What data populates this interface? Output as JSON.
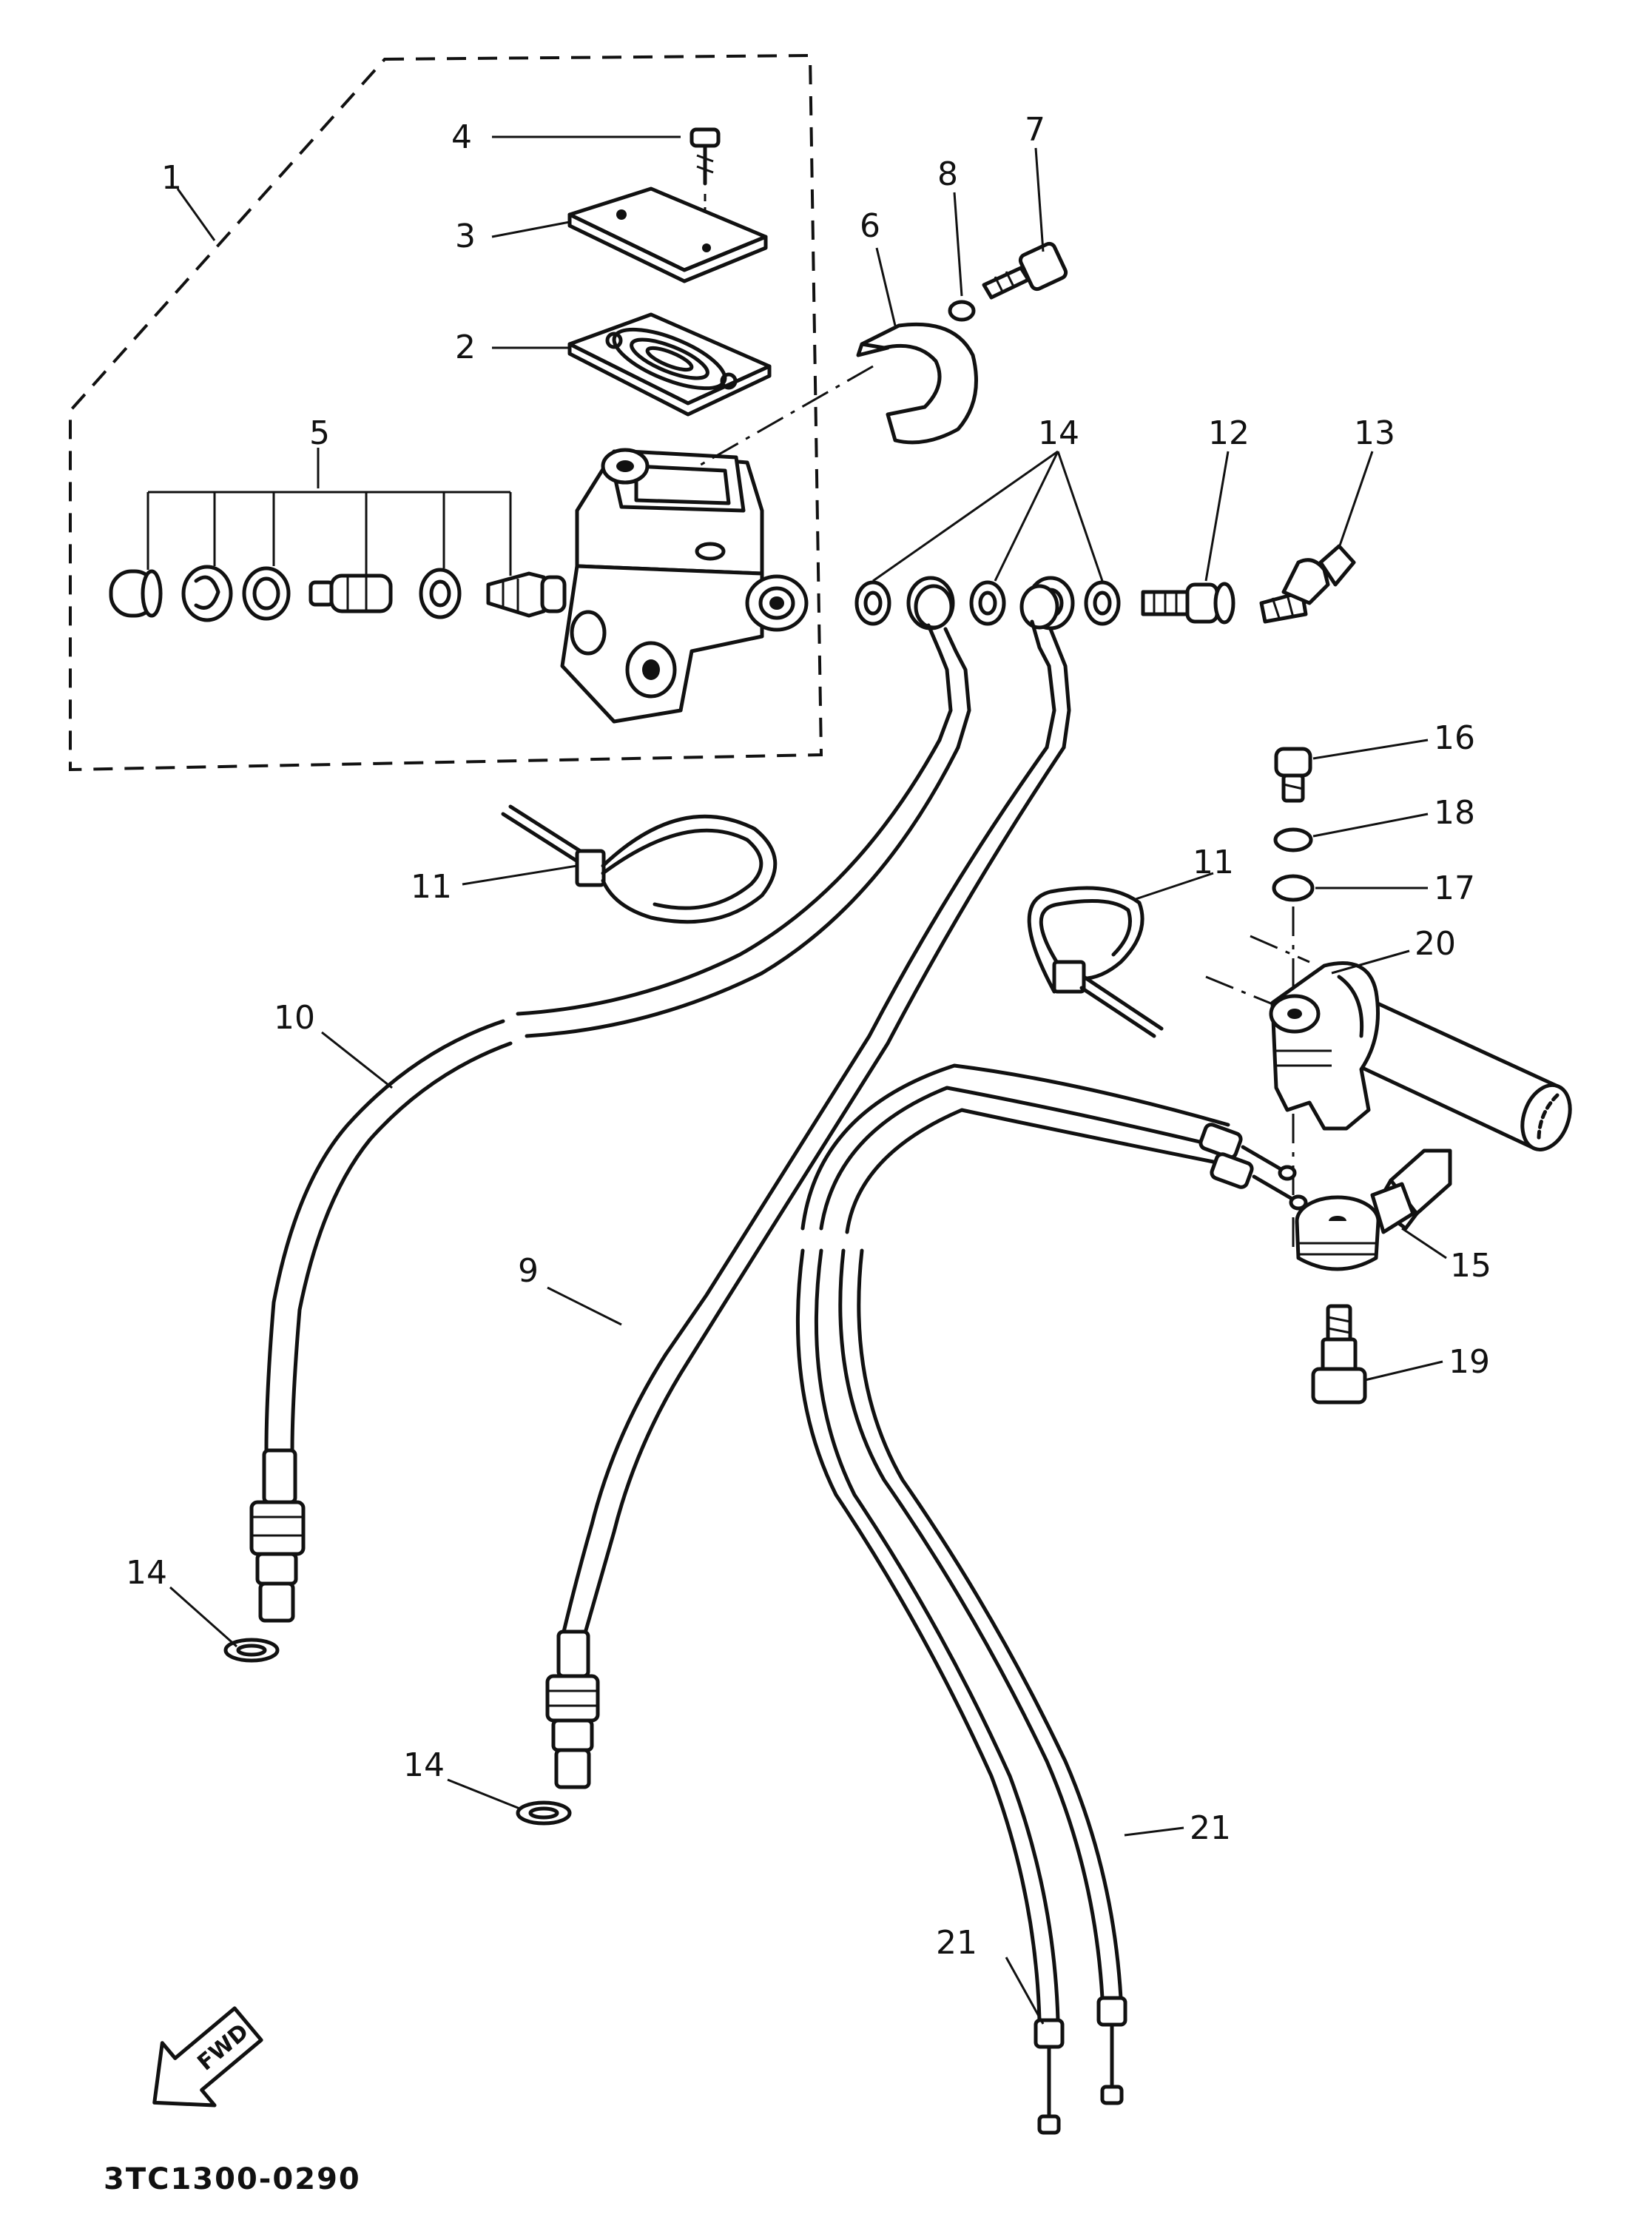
{
  "diagram": {
    "callouts": [
      "1",
      "2",
      "3",
      "4",
      "5",
      "6",
      "7",
      "8",
      "9",
      "10",
      "11",
      "11",
      "12",
      "13",
      "14",
      "14",
      "14",
      "15",
      "16",
      "17",
      "18",
      "19",
      "20",
      "21",
      "21"
    ],
    "arrow_label": "FWD",
    "drawing_code": "3TC1300-0290"
  }
}
